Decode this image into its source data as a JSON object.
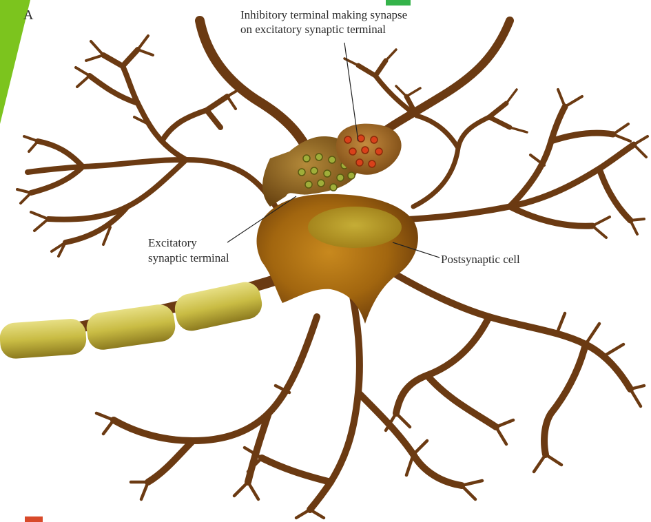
{
  "panel_letter": "A",
  "labels": {
    "inhibitory_line1": "Inhibitory terminal making synapse",
    "inhibitory_line2": "on excitatory synaptic terminal",
    "excitatory_line1": "Excitatory",
    "excitatory_line2": "synaptic terminal",
    "postsynaptic": "Postsynaptic cell"
  },
  "colors": {
    "neuron_brown": "#6b3a12",
    "soma_gold": "#a86d16",
    "myelin_yellow": "#cfc24a",
    "slide_accent_green": "#7cc41e",
    "excitatory_vesicle": "#9fae3a",
    "inhibitory_vesicle": "#d9411a"
  }
}
